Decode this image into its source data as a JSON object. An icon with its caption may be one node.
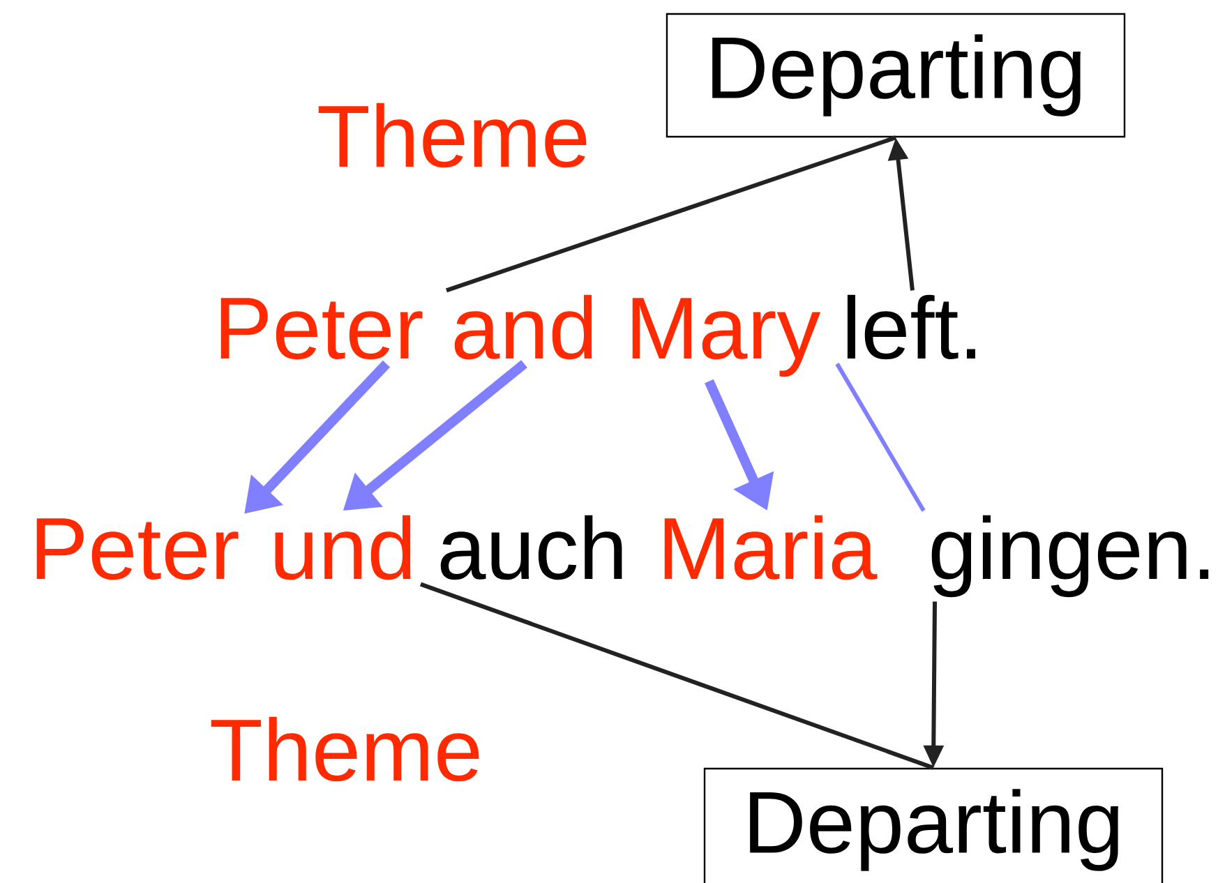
{
  "diagram": {
    "nodes": [
      {
        "text": [
          "Departing"
        ]
      },
      {
        "text": [
          "Peter"
        ]
      },
      {
        "text": [
          "and"
        ]
      },
      {
        "text": [
          "Mary"
        ]
      },
      {
        "text": [
          "left."
        ]
      },
      {
        "text": [
          "Peter"
        ]
      },
      {
        "text": [
          "und"
        ]
      },
      {
        "text": [
          "auch"
        ]
      },
      {
        "text": [
          "Maria"
        ]
      },
      {
        "text": [
          "gingen."
        ]
      },
      {
        "text": [
          "Departing"
        ]
      }
    ],
    "edges": [
      {
        "from": 2,
        "to": 0,
        "arrow": "none",
        "label": "Theme"
      },
      {
        "from": 4,
        "to": 0,
        "arrow": "to"
      },
      {
        "from": 1,
        "to": 5,
        "arrow": "to",
        "style": "thick",
        "color": "#7f7fff"
      },
      {
        "from": 2,
        "to": 6,
        "arrow": "to",
        "style": "thick",
        "color": "#7f7fff"
      },
      {
        "from": 3,
        "to": 8,
        "arrow": "to",
        "style": "thick",
        "color": "#7f7fff"
      },
      {
        "from": 4,
        "to": 9,
        "arrow": "none",
        "color": "#7f7fff"
      },
      {
        "from": 6,
        "to": 10,
        "arrow": "none",
        "label": "Theme"
      },
      {
        "from": 9,
        "to": 10,
        "arrow": "to"
      }
    ]
  }
}
